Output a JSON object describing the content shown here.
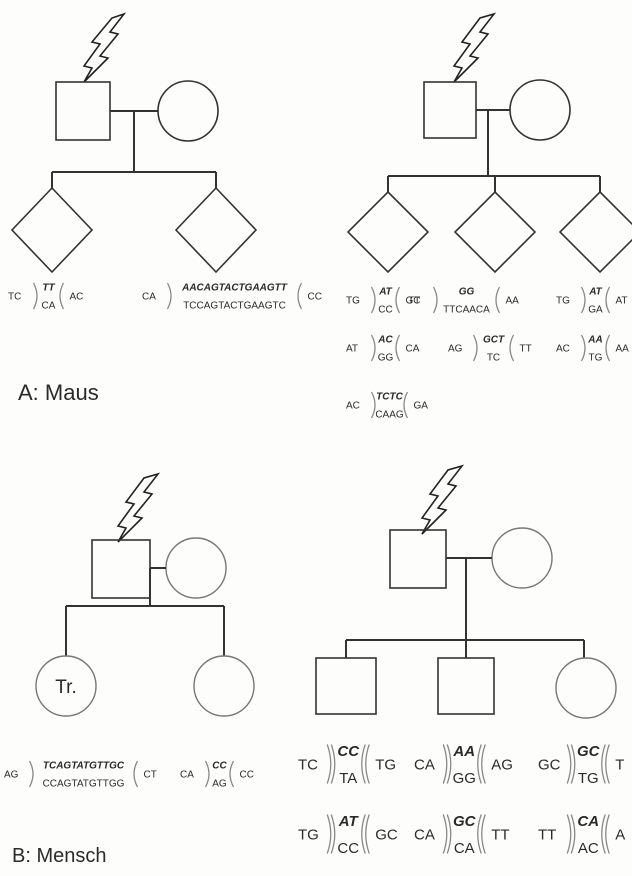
{
  "labels": {
    "panel_a": "A: Maus",
    "panel_b": "B: Mensch",
    "trisomy": "Tr."
  },
  "mouse_left": {
    "m1": {
      "l": "TC",
      "top": "TT",
      "bottom": "CA",
      "r": "AC"
    },
    "m2": {
      "l": "CA",
      "top": "AACAGTACTGAAGTT",
      "bottom": "TCCAGTACTGAAGTC",
      "r": "CC"
    }
  },
  "mouse_right": {
    "m1": {
      "l": "TG",
      "top": "AT",
      "bottom": "CC",
      "r": "GC"
    },
    "m2": {
      "l": "TT",
      "top": "GG",
      "bottom": "TTCAACA",
      "r": "AA"
    },
    "m3": {
      "l": "TG",
      "top": "AT",
      "bottom": "GA",
      "r": "AT"
    },
    "m4": {
      "l": "AT",
      "top": "AC",
      "bottom": "GG",
      "r": "CA"
    },
    "m5": {
      "l": "AG",
      "top": "GCT",
      "bottom": "TC",
      "r": "TT"
    },
    "m6": {
      "l": "AC",
      "top": "AA",
      "bottom": "TG",
      "r": "AA"
    },
    "m7": {
      "l": "AC",
      "top": "TCTC",
      "bottom": "CAAG",
      "r": "GA"
    }
  },
  "human_left": {
    "m1": {
      "l": "AG",
      "top": "TCAGTATGTTGC",
      "bottom": "CCAGTATGTTGG",
      "r": "CT"
    },
    "m2": {
      "l": "CA",
      "top": "CC",
      "bottom": "AG",
      "r": "CC"
    }
  },
  "human_right": {
    "m1": {
      "l": "TC",
      "top": "CC",
      "bottom": "TA",
      "r": "TG"
    },
    "m2": {
      "l": "CA",
      "top": "AA",
      "bottom": "GG",
      "r": "AG"
    },
    "m3": {
      "l": "GC",
      "top": "GC",
      "bottom": "TG",
      "r": "T"
    },
    "m4": {
      "l": "TG",
      "top": "AT",
      "bottom": "CC",
      "r": "GC"
    },
    "m5": {
      "l": "CA",
      "top": "GC",
      "bottom": "CA",
      "r": "TT"
    },
    "m6": {
      "l": "TT",
      "top": "CA",
      "bottom": "AC",
      "r": "A"
    }
  },
  "icons": [
    "lightning-icon"
  ]
}
